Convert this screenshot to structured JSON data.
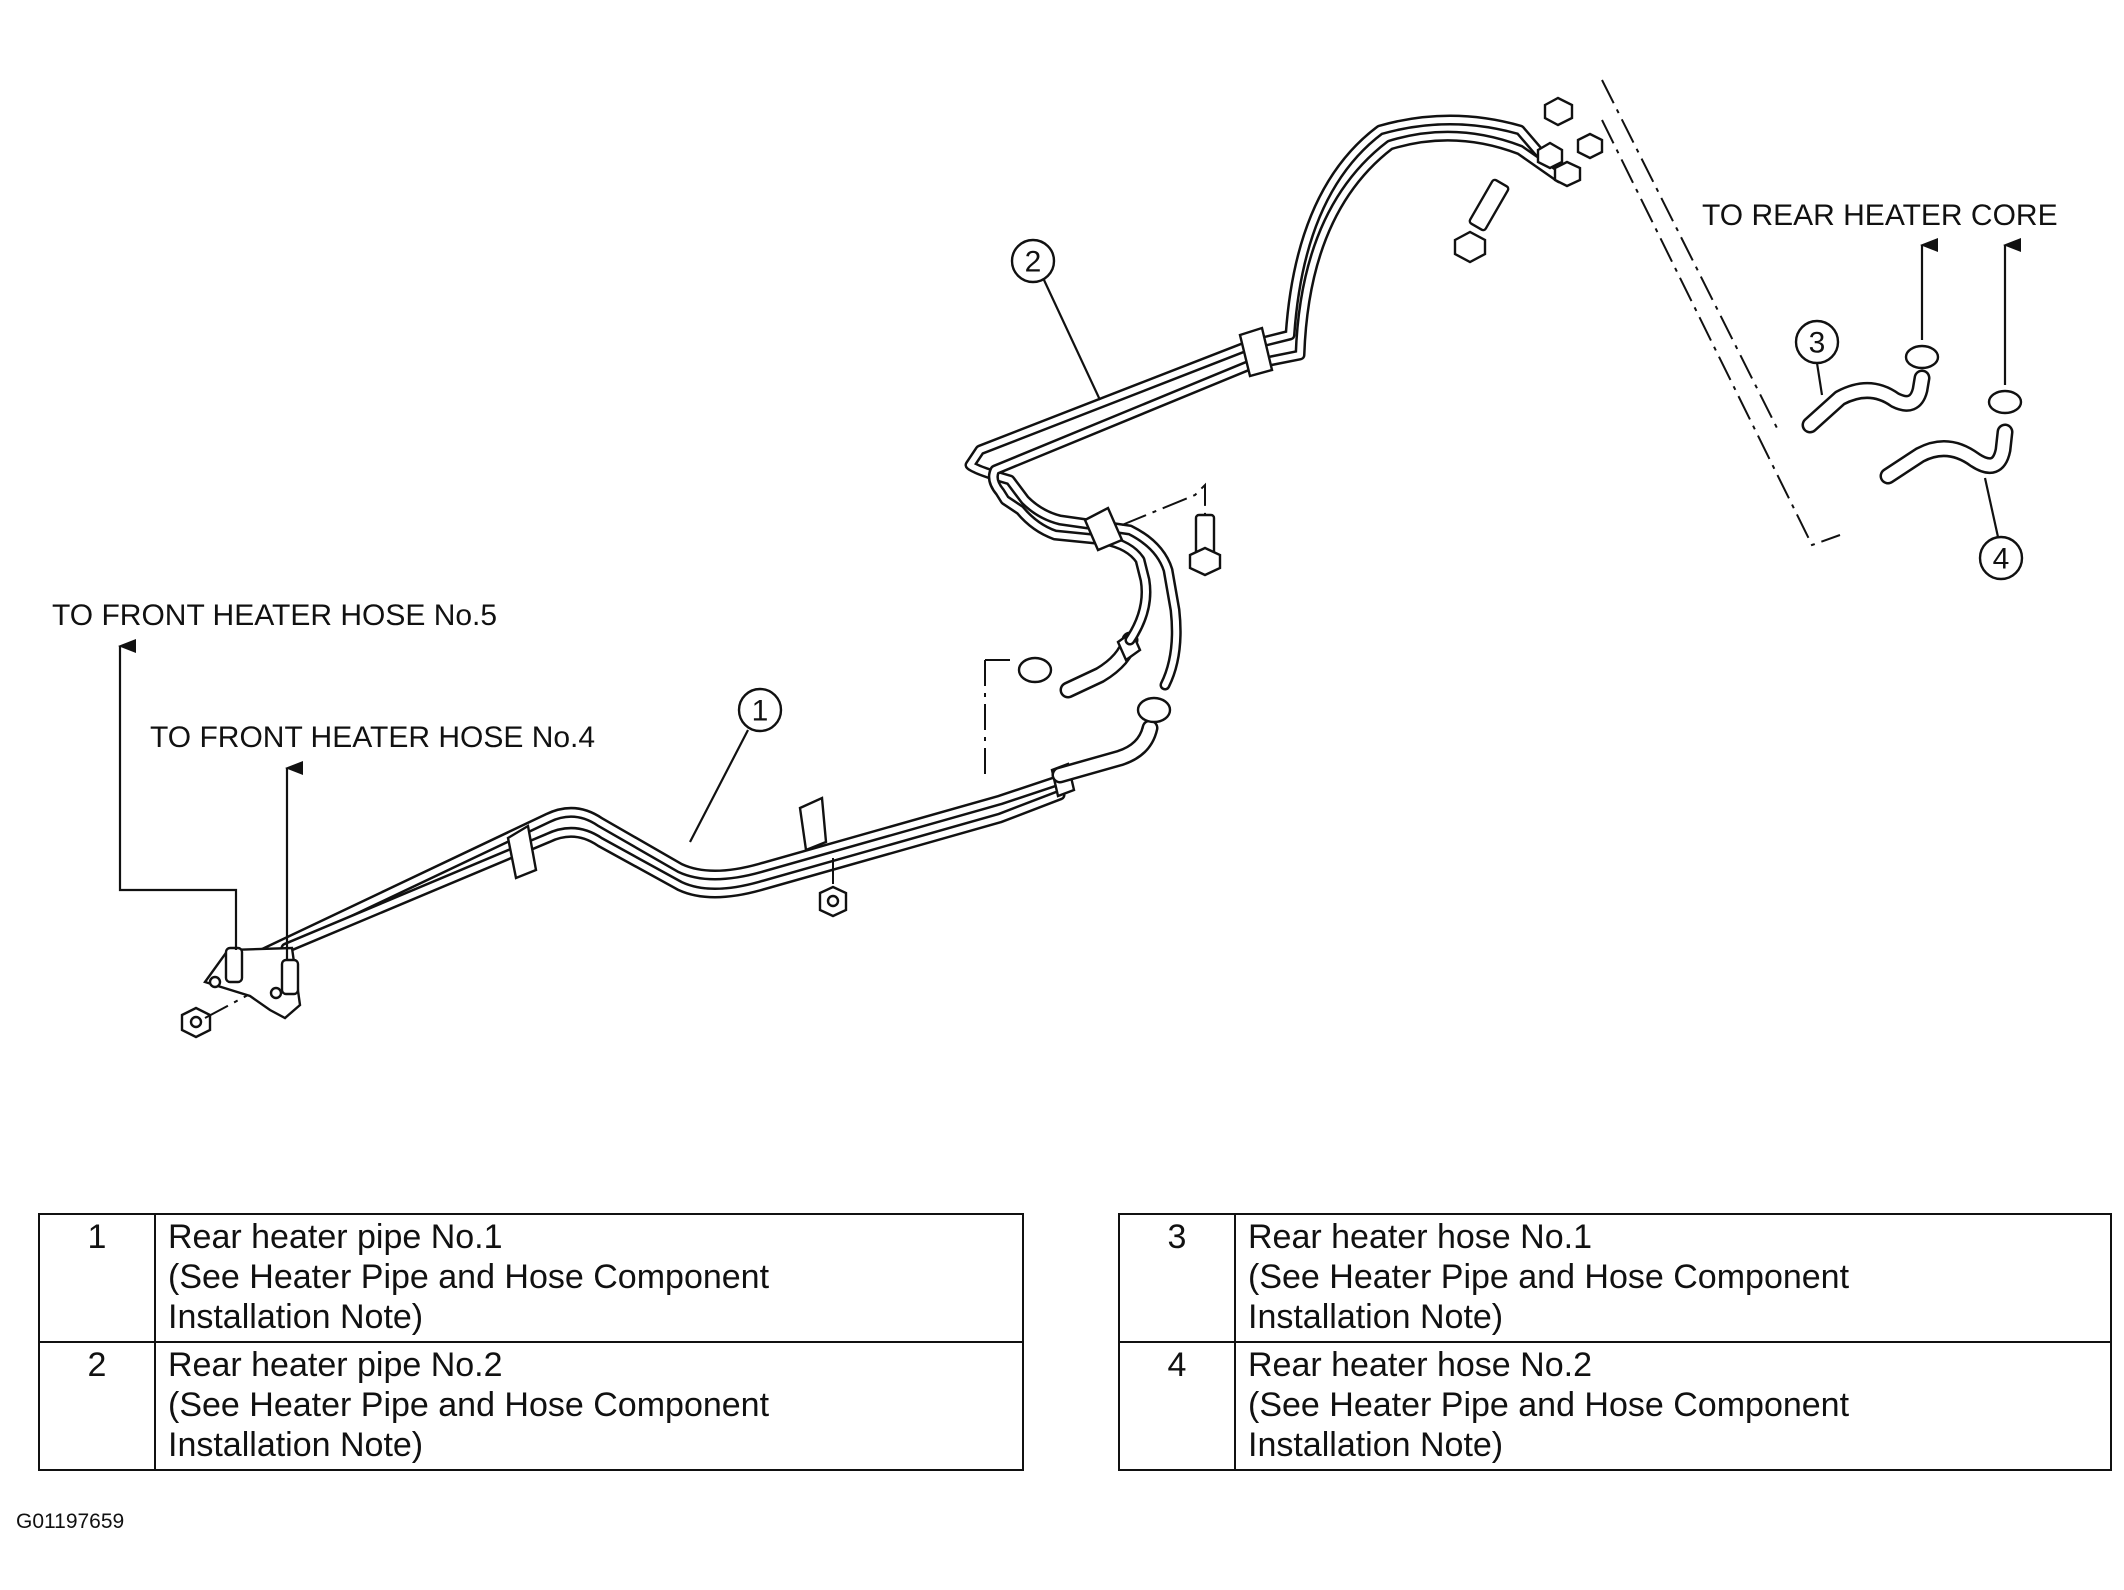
{
  "labels": {
    "to_front_hose_5": "TO FRONT HEATER HOSE No.5",
    "to_front_hose_4": "TO FRONT HEATER HOSE No.4",
    "to_rear_core": "TO REAR HEATER CORE"
  },
  "callouts": [
    "1",
    "2",
    "3",
    "4"
  ],
  "legend": [
    {
      "num": "1",
      "name": "Rear heater pipe No.1",
      "note1": "(See Heater Pipe and Hose Component",
      "note2": "Installation Note)"
    },
    {
      "num": "2",
      "name": "Rear heater pipe No.2",
      "note1": "(See Heater Pipe and Hose Component",
      "note2": "Installation Note)"
    },
    {
      "num": "3",
      "name": "Rear heater hose No.1",
      "note1": "(See Heater Pipe and Hose Component",
      "note2": "Installation Note)"
    },
    {
      "num": "4",
      "name": "Rear heater hose No.2",
      "note1": "(See Heater Pipe and Hose Component",
      "note2": "Installation Note)"
    }
  ],
  "figure_id": "G01197659"
}
